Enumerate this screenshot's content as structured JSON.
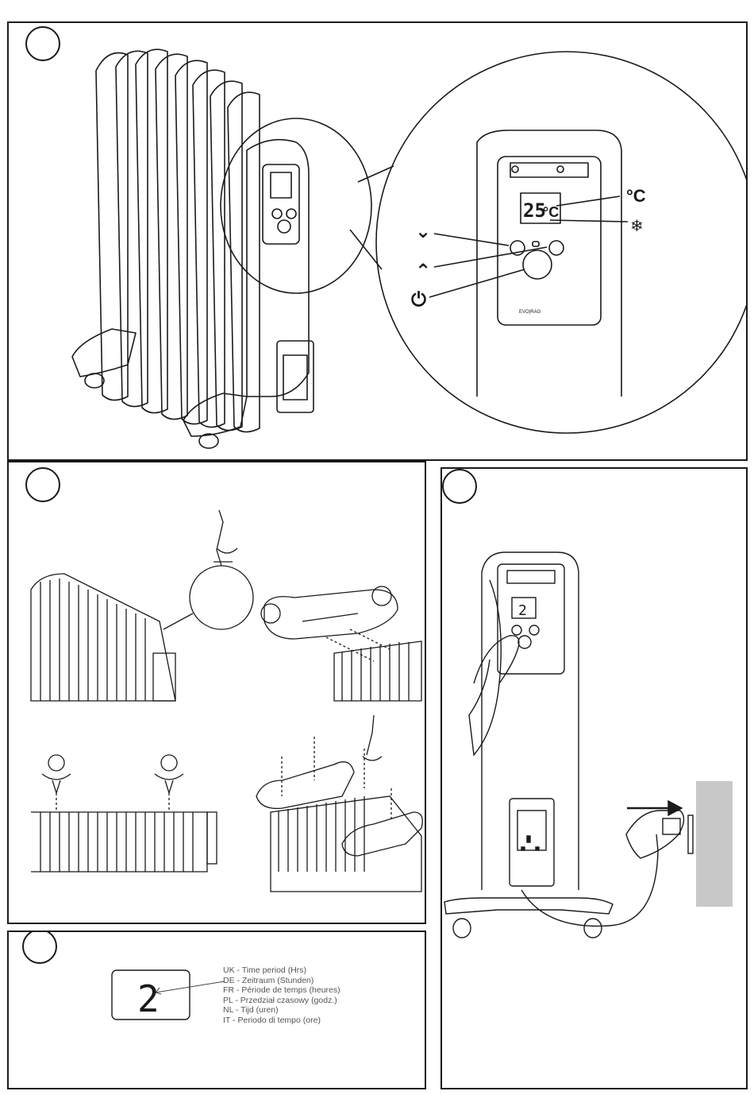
{
  "panel1": {
    "display": {
      "temp": "25",
      "unit": "°C"
    },
    "callouts": {
      "down": "⌄",
      "up": "⌃",
      "power": "⏻",
      "celsius": "°C",
      "frost": "❄"
    },
    "brand_label": "EVO|RAG"
  },
  "panel4": {
    "display_digit": "2",
    "legend": [
      "UK - Time period (Hrs)",
      "DE - Zeitraum (Stunden)",
      "FR - Période de temps (heures)",
      "PL - Przedział czasowy (godz.)",
      "NL - Tijd (uren)",
      "IT - Periodo di tempo (ore)"
    ]
  },
  "panel3": {
    "display_digit": "2"
  }
}
